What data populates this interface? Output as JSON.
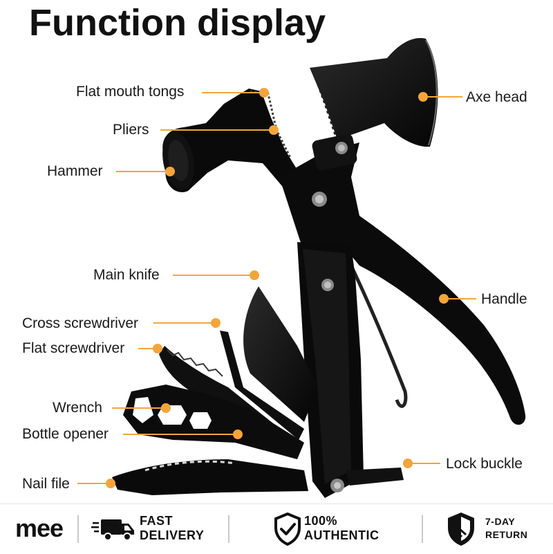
{
  "title": "Function display",
  "labels": {
    "flat_mouth_tongs": "Flat mouth tongs",
    "pliers": "Pliers",
    "hammer": "Hammer",
    "main_knife": "Main knife",
    "cross_screwdriver": "Cross screwdriver",
    "flat_screwdriver": "Flat screwdriver",
    "wrench": "Wrench",
    "bottle_opener": "Bottle opener",
    "nail_file": "Nail file",
    "axe_head": "Axe head",
    "handle": "Handle",
    "lock_buckle": "Lock buckle"
  },
  "footer": {
    "brand": "mee",
    "fast_delivery": [
      "FAST",
      "DELIVERY"
    ],
    "authentic": [
      "100%",
      "AUTHENTIC"
    ],
    "return": [
      "7-DAY",
      "RETURN"
    ]
  },
  "colors": {
    "accent": "#f4a53a",
    "tool": "#0d0d0d"
  },
  "icons": [
    "truck-icon",
    "shield-check-icon",
    "shield-return-icon"
  ]
}
